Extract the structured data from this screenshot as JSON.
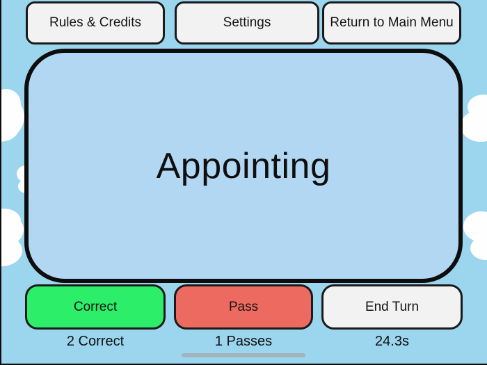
{
  "theme": {
    "sky": "#9bd5ee",
    "card_bg": "#b2d7f2",
    "button_bg": "#f2f2f2",
    "correct_bg": "#2dee68",
    "pass_bg": "#ed6a60",
    "cloud": "#fefefe",
    "scrollbar": "#9fb4be",
    "text": "#141414"
  },
  "top_bar": {
    "buttons": [
      {
        "label": "Rules & Credits"
      },
      {
        "label": "Settings"
      },
      {
        "label": "Return to Main Menu"
      }
    ]
  },
  "card": {
    "word": "Appointing"
  },
  "controls": {
    "correct_label": "Correct",
    "pass_label": "Pass",
    "end_turn_label": "End Turn"
  },
  "stats": {
    "correct_count": "2 Correct",
    "pass_count": "1 Passes",
    "timer": "24.3s"
  }
}
